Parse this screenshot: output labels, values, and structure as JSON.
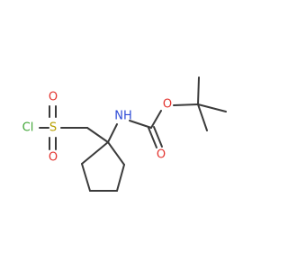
{
  "molecule": {
    "atoms": {
      "cl": {
        "symbol": "Cl",
        "color": "#3fa535"
      },
      "s": {
        "symbol": "S",
        "color": "#b8a000"
      },
      "o_top": {
        "symbol": "O",
        "color": "#e3342f"
      },
      "o_bottom": {
        "symbol": "O",
        "color": "#e3342f"
      },
      "nh": {
        "symbol": "NH",
        "color": "#2d4bd6"
      },
      "o_ether": {
        "symbol": "O",
        "color": "#e3342f"
      },
      "o_carbonyl": {
        "symbol": "O",
        "color": "#e3342f"
      }
    },
    "bond_color": "#3b3b3b"
  }
}
